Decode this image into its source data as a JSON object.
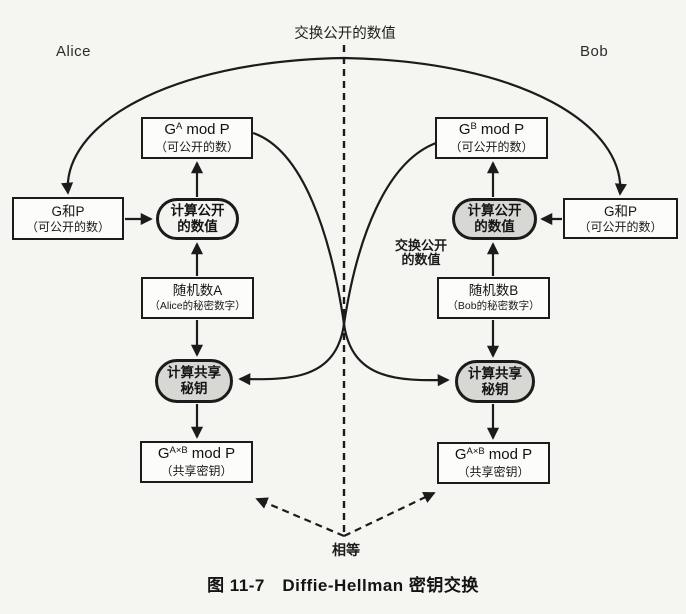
{
  "figure": {
    "kind": "diagram",
    "topic": "Diffie-Hellman key exchange"
  },
  "colors": {
    "line": "#1b1b1b",
    "box-fill": "#fcfcfa",
    "stadium-fill": "#d7d7d4",
    "light-stadium-fill": "#f3f3f0",
    "page-bg": "#f5f5f2"
  },
  "annotations": {
    "top_exchange": "交换公开的数值",
    "mid_exchange_line1": "交换公开",
    "mid_exchange_line2": "的数值",
    "equal": "相等",
    "caption": "图 11-7　Diffie-Hellman 密钥交换"
  },
  "alice": {
    "name": "Alice",
    "gp_box": {
      "line1": "G和P",
      "line2": "（可公开的数）"
    },
    "public_box": {
      "base": "G",
      "sup": "A",
      "rest": "mod P",
      "line2": "（可公开的数）"
    },
    "calc_public": {
      "line1": "计算公开",
      "line2": "的数值"
    },
    "random_box": {
      "line1": "随机数A",
      "line2": "（Alice的秘密数字）"
    },
    "calc_shared": {
      "line1": "计算共享",
      "line2": "秘钥"
    },
    "shared_box": {
      "base": "G",
      "sup": "A×B",
      "rest": "mod P",
      "line2": "（共享密钥）"
    }
  },
  "bob": {
    "name": "Bob",
    "gp_box": {
      "line1": "G和P",
      "line2": "（可公开的数）"
    },
    "public_box": {
      "base": "G",
      "sup": "B",
      "rest": "mod P",
      "line2": "（可公开的数）"
    },
    "calc_public": {
      "line1": "计算公开",
      "line2": "的数值"
    },
    "random_box": {
      "line1": "随机数B",
      "line2": "（Bob的秘密数字）"
    },
    "calc_shared": {
      "line1": "计算共享",
      "line2": "秘钥"
    },
    "shared_box": {
      "base": "G",
      "sup": "A×B",
      "rest": "mod P",
      "line2": "（共享密钥）"
    }
  }
}
